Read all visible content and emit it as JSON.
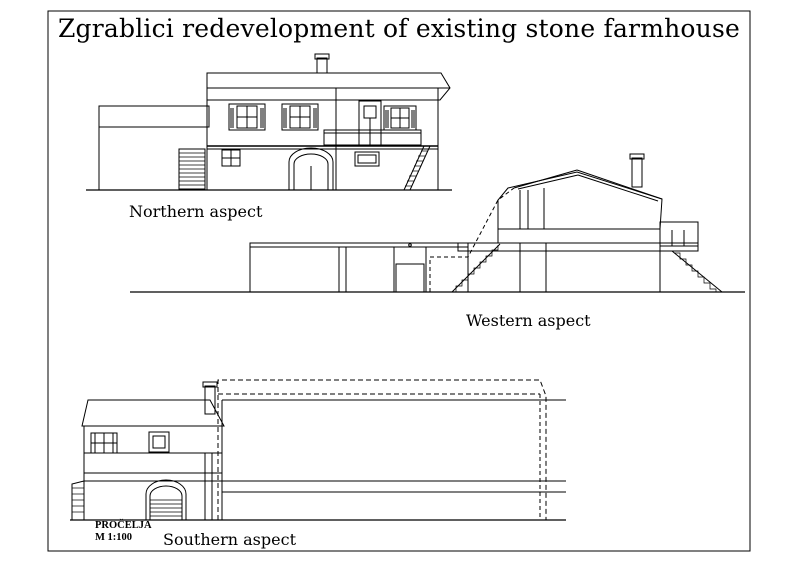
{
  "sheet": {
    "title": "Zgrablici redevelopment of existing stone farmhouse",
    "stamp_line1": "PROČELJA",
    "stamp_line2": "M 1:100"
  },
  "views": [
    {
      "label": "Northern aspect"
    },
    {
      "label": "Western aspect"
    },
    {
      "label": "Southern aspect"
    }
  ],
  "colors": {
    "ink": "#000000",
    "paper": "#ffffff"
  }
}
